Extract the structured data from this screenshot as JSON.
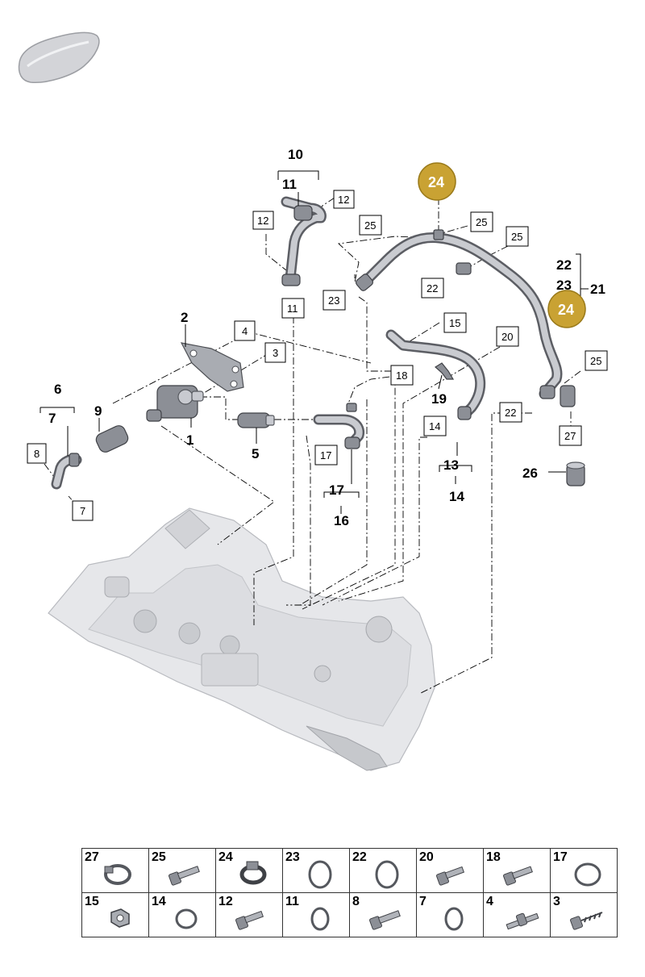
{
  "callouts": [
    {
      "id": "c10",
      "text": "10"
    },
    {
      "id": "c11",
      "text": "11"
    },
    {
      "id": "c2",
      "text": "2"
    },
    {
      "id": "c6",
      "text": "6"
    },
    {
      "id": "c7",
      "text": "7"
    },
    {
      "id": "c9",
      "text": "9"
    },
    {
      "id": "c1",
      "text": "1"
    },
    {
      "id": "c5",
      "text": "5"
    },
    {
      "id": "c19",
      "text": "19"
    },
    {
      "id": "c13",
      "text": "13"
    },
    {
      "id": "c14",
      "text": "14"
    },
    {
      "id": "c17",
      "text": "17"
    },
    {
      "id": "c16",
      "text": "16"
    },
    {
      "id": "c22",
      "text": "22"
    },
    {
      "id": "c23",
      "text": "23"
    },
    {
      "id": "c21",
      "text": "21"
    },
    {
      "id": "c26",
      "text": "26"
    }
  ],
  "boxed_labels": [
    "12",
    "12",
    "25",
    "25",
    "25",
    "23",
    "22",
    "11",
    "4",
    "3",
    "15",
    "20",
    "18",
    "14",
    "22",
    "25",
    "27",
    "17",
    "8",
    "7"
  ],
  "badges": [
    "24",
    "24"
  ],
  "colors": {
    "badge_fill": "#c9a233",
    "badge_stroke": "#9a7a1a",
    "pipe": "#5c5e64",
    "engine": "#e6e7ea"
  },
  "parts_table": {
    "row1": [
      {
        "num": "27",
        "icon": "clamp-icon"
      },
      {
        "num": "25",
        "icon": "bolt-icon"
      },
      {
        "num": "24",
        "icon": "hose-clip-icon"
      },
      {
        "num": "23",
        "icon": "o-ring-icon"
      },
      {
        "num": "22",
        "icon": "o-ring-icon"
      },
      {
        "num": "20",
        "icon": "bolt-icon"
      },
      {
        "num": "18",
        "icon": "bolt-icon"
      },
      {
        "num": "17",
        "icon": "o-ring-icon"
      }
    ],
    "row2": [
      {
        "num": "15",
        "icon": "hex-nut-icon"
      },
      {
        "num": "14",
        "icon": "o-ring-icon"
      },
      {
        "num": "12",
        "icon": "bolt-icon"
      },
      {
        "num": "11",
        "icon": "o-ring-icon"
      },
      {
        "num": "8",
        "icon": "bolt-icon"
      },
      {
        "num": "7",
        "icon": "o-ring-icon"
      },
      {
        "num": "4",
        "icon": "stud-bolt-icon"
      },
      {
        "num": "3",
        "icon": "screw-icon"
      }
    ]
  }
}
